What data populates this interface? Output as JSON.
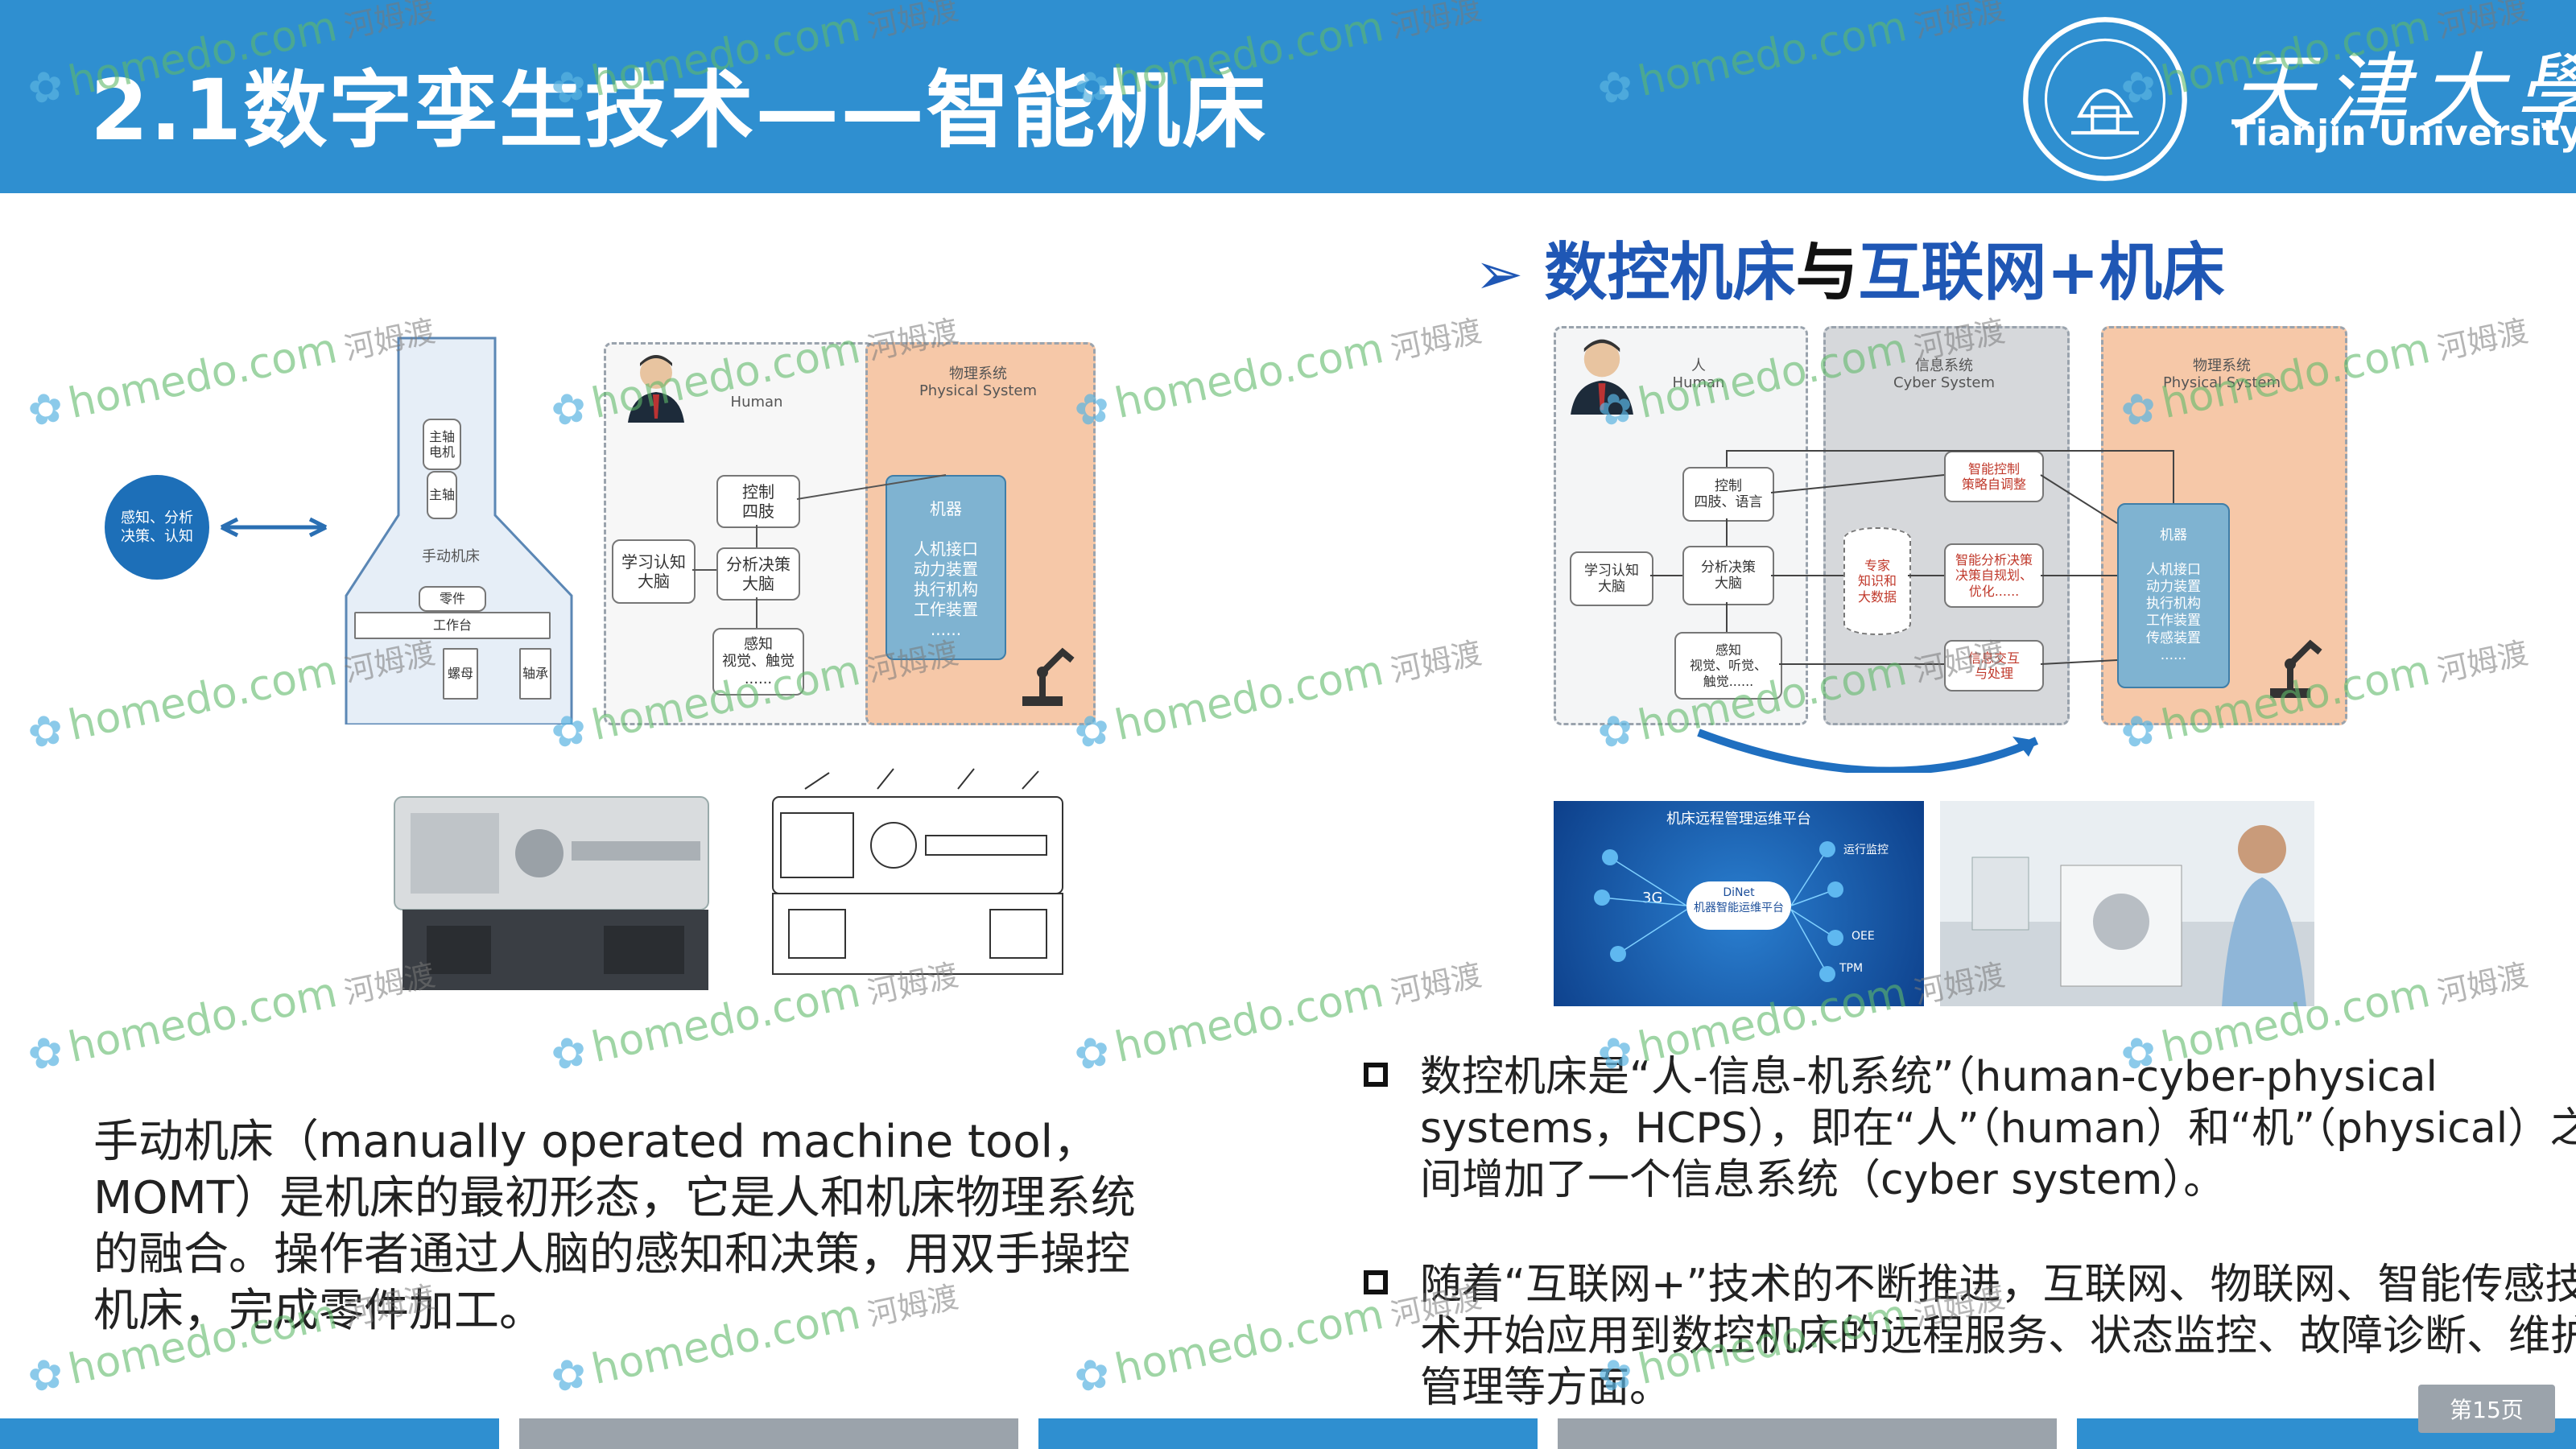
{
  "header": {
    "title": "2.1数字孪生技术——智能机床",
    "university_cn": "天津大學",
    "university_en": "Tianjin University",
    "accent_color": "#2f8fd0"
  },
  "right_heading": {
    "part1": "数控机床",
    "part2": "与",
    "part3": "互联网+机床"
  },
  "left_diagram": {
    "person_text": "感知、分析\n决策、认知",
    "machine_labels": [
      "主轴电机",
      "主轴",
      "手动机床",
      "零件",
      "工作台",
      "螺母",
      "轴承"
    ],
    "human_label": "Human",
    "physical_label": "物理系统\nPhysical System",
    "boxes": {
      "control": "控制\n四肢",
      "learn": "学习认知\n大脑",
      "analyze": "分析决策\n大脑",
      "sense": "感知\n视觉、触觉\n......",
      "machine": "机器\n\n人机接口\n动力装置\n执行机构\n工作装置\n......"
    }
  },
  "right_diagram": {
    "human_label": "人\nHuman",
    "cyber_label": "信息系统\nCyber System",
    "physical_label": "物理系统\nPhysical System",
    "boxes": {
      "control": "控制\n四肢、语言",
      "learn": "学习认知\n大脑",
      "analyze": "分析决策\n大脑",
      "sense": "感知\n视觉、听觉、\n触觉......",
      "expert": "专家\n知识和\n大数据",
      "smart_control": "智能控制\n策略自调整",
      "smart_analyze": "智能分析决策\n决策自规划、\n优化......",
      "info_exchange": "信息交互\n与处理",
      "machine": "机器\n\n人机接口\n动力装置\n执行机构\n工作装置\n传感装置\n......"
    }
  },
  "platform_image": {
    "title": "机床远程管理运维平台",
    "center": "DiNet\n机器智能运维平台",
    "node_3g": "3G",
    "node_ops": "运行监控",
    "node_oee": "OEE",
    "node_tpm": "TPM"
  },
  "left_paragraph": "手动机床（manually operated machine tool，MOMT）是机床的最初形态，它是人和机床物理系统的融合。操作者通过人脑的感知和决策，用双手操控机床，完成零件加工。",
  "bullets": [
    "数控机床是“人-信息-机系统”（human-cyber-physical systems，HCPS），即在“人”（human）和“机”（physical）之间增加了一个信息系统（cyber system）。",
    "随着“互联网+”技术的不断推进，互联网、物联网、智能传感技术开始应用到数控机床的远程服务、状态监控、故障诊断、维护管理等方面。"
  ],
  "page_number": "第15页",
  "watermark": {
    "text": "homedo.com",
    "cn": "河姆渡"
  }
}
